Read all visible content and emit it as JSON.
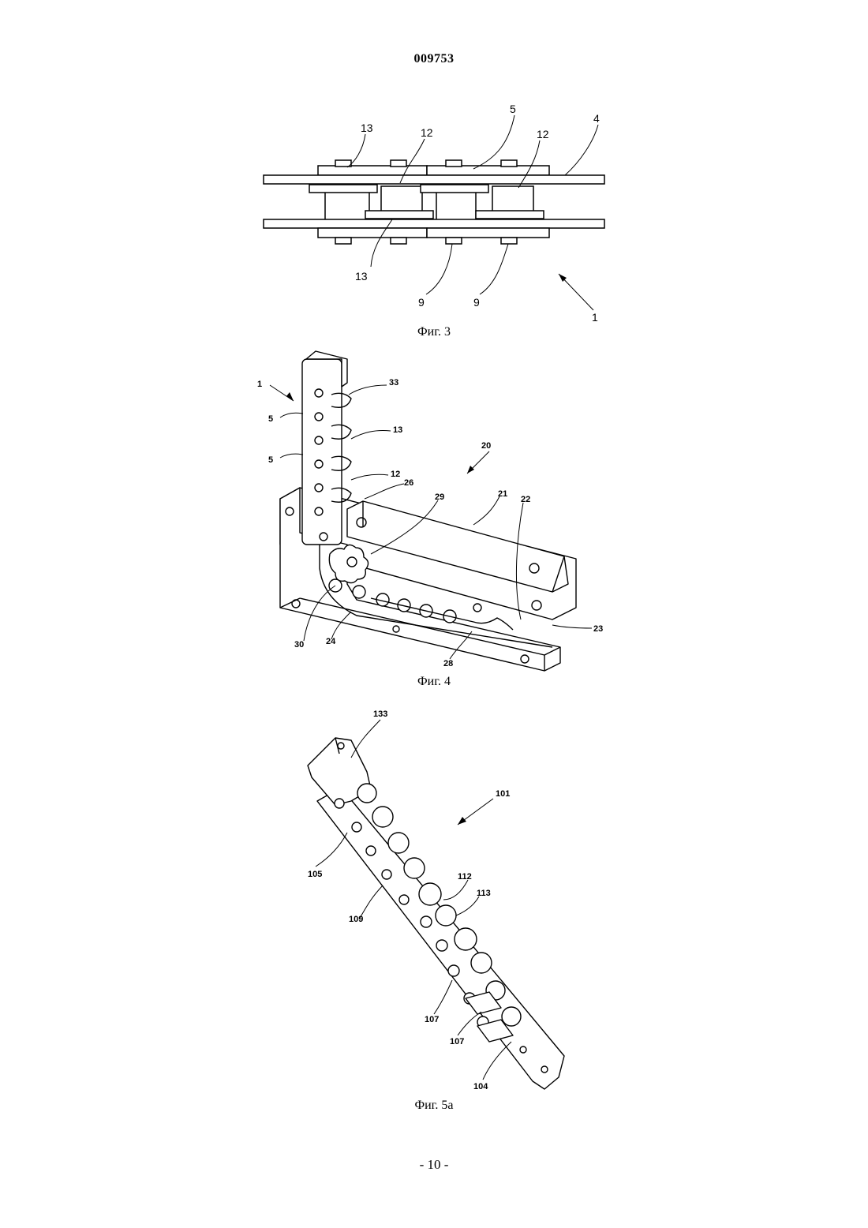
{
  "header": {
    "document_number": "009753"
  },
  "figures": [
    {
      "caption": "Фиг. 3",
      "labels": {
        "l13a": "13",
        "l12a": "12",
        "l5": "5",
        "l12b": "12",
        "l4": "4",
        "l13b": "13",
        "l9a": "9",
        "l9b": "9",
        "l1": "1"
      }
    },
    {
      "caption": "Фиг. 4",
      "labels": {
        "l1": "1",
        "l5a": "5",
        "l5b": "5",
        "l33": "33",
        "l13": "13",
        "l12": "12",
        "l26": "26",
        "l29": "29",
        "l21": "21",
        "l22": "22",
        "l20": "20",
        "l23": "23",
        "l30": "30",
        "l24": "24",
        "l28": "28"
      }
    },
    {
      "caption": "Фиг. 5а",
      "labels": {
        "l133": "133",
        "l101": "101",
        "l105": "105",
        "l109": "109",
        "l112": "112",
        "l113": "113",
        "l107a": "107",
        "l107b": "107",
        "l104": "104"
      }
    }
  ],
  "footer": {
    "page_number": "- 10 -"
  }
}
